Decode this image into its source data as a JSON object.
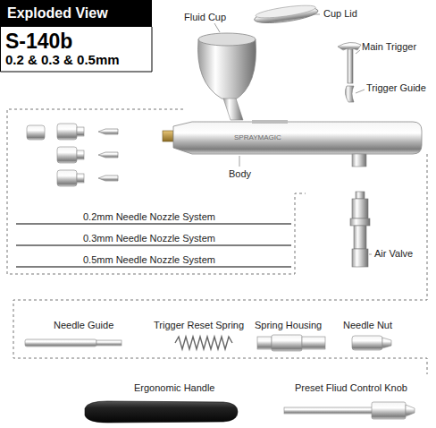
{
  "diagram": {
    "title": "Exploded View",
    "labels": [
      "S-140b",
      "0.2 & 0.3 & 0.5mm",
      "Fluid Cup",
      "Cup Lid",
      "Main Trigger",
      "Trigger Guide",
      "Body",
      "SPRAYMAGIC",
      "0.2mm Needle Nozzle System",
      "0.3mm Needle Nozzle System",
      "0.5mm Needle Nozzle System",
      "Air Valve",
      "Needle Guide",
      "Trigger Reset Spring",
      "Spring Housing",
      "Needle Nut",
      "Ergonomic Handle",
      "Preset Fliud Control Knob"
    ]
  }
}
